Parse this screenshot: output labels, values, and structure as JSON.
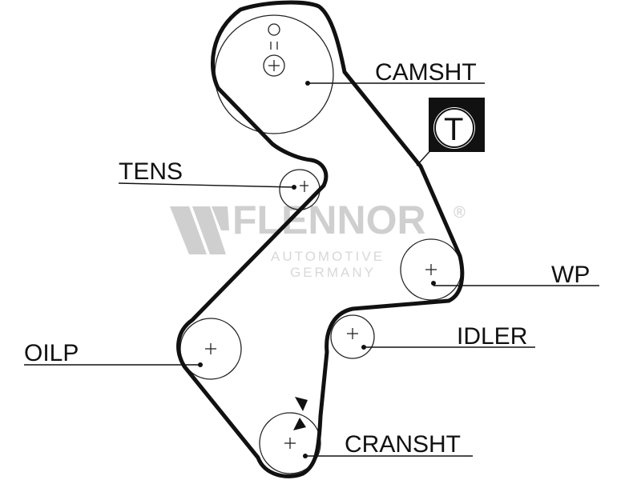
{
  "watermark": {
    "brand": "FLENNOR",
    "registered": "®",
    "line1": "AUTOMOTIVE",
    "line2": "GERMANY",
    "logo_icon": "flennor-logo-icon"
  },
  "timing_marker": {
    "letter": "T",
    "icon": "timing-mark-icon"
  },
  "labels": {
    "camshaft": "CAMSHT",
    "tensioner": "TENS",
    "water_pump": "WP",
    "oil_pump": "OILP",
    "idler": "IDLER",
    "crankshaft": "CRANSHT"
  },
  "colors": {
    "belt": "#111111",
    "watermark": "#cfcfcf",
    "background": "#ffffff"
  }
}
